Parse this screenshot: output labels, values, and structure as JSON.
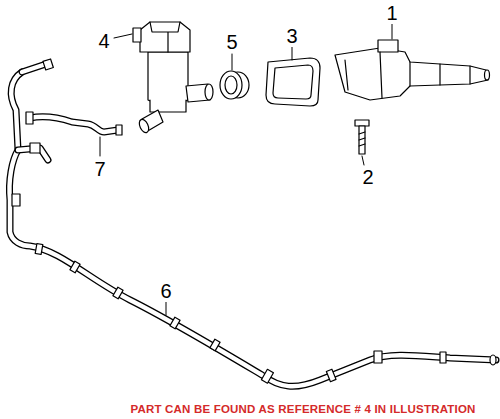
{
  "diagram": {
    "labels": [
      "1",
      "4",
      "5",
      "3",
      "2",
      "7",
      "6",
      "PART CAN BE FOUND AS REFERENCE # 4 IN ILLUSTRATION"
    ]
  }
}
